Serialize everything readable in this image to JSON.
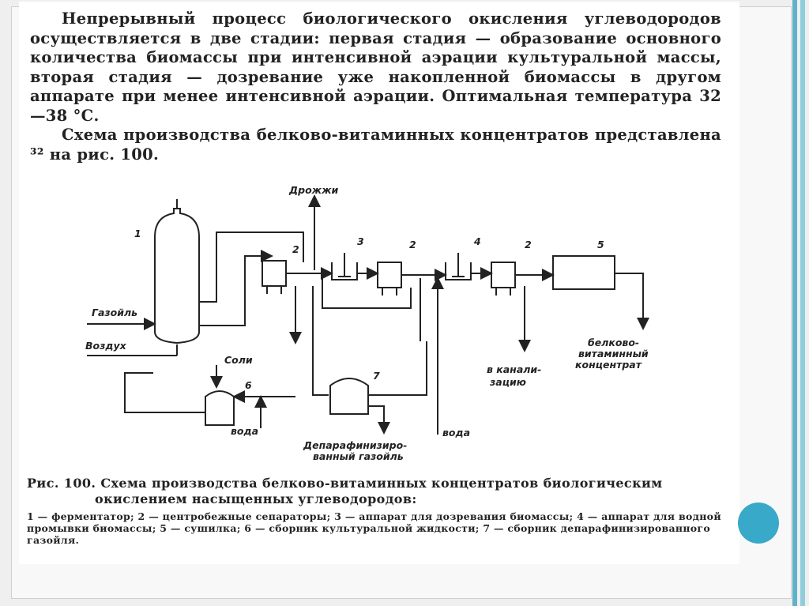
{
  "paragraph1": "Непрерывный процесс биологического окисления углеводородов осуществляется в две стадии: первая стадия — образование основного количества биомассы при интенсивной аэрации культуральной массы, вторая стадия — дозревание уже накопленной биомассы в другом аппарате при менее интенсивной аэрации. Оптимальная температура 32—38 °С.",
  "paragraph2": "Схема производства белково-витаминных концентратов представлена ³² на рис. 100.",
  "diagram": {
    "labels": {
      "yeast": "Дрожжи",
      "gasoil": "Газойль",
      "air": "Воздух",
      "salts": "Соли",
      "water1": "вода",
      "water2": "вода",
      "drain1": "в канали-",
      "drain2": "зацию",
      "product1": "белково-",
      "product2": "витаминный",
      "product3": "концентрат",
      "dewaxed1": "Депарафинизиро-",
      "dewaxed2": "ванный газойль"
    },
    "numbers": {
      "n_fermenter": "1",
      "n_sep1": "2",
      "n_sep2": "2",
      "n_sep3": "2",
      "n_mat1": "3",
      "n_mat2": "4",
      "n_dryer": "5",
      "n_tank": "6",
      "n_coll": "7"
    }
  },
  "caption": {
    "line1": "Рис. 100. Схема производства белково-витаминных концентратов биологическим",
    "line2": "окислением насыщенных углеводородов:",
    "legend": "1 — ферментатор; 2 — центробежные сепараторы; 3 — аппарат для дозревания биомассы; 4 — аппарат для водной промывки биомассы; 5 — сушилка; 6 — сборник культуральной жидкости; 7 — сборник депарафинизированного газойля."
  }
}
